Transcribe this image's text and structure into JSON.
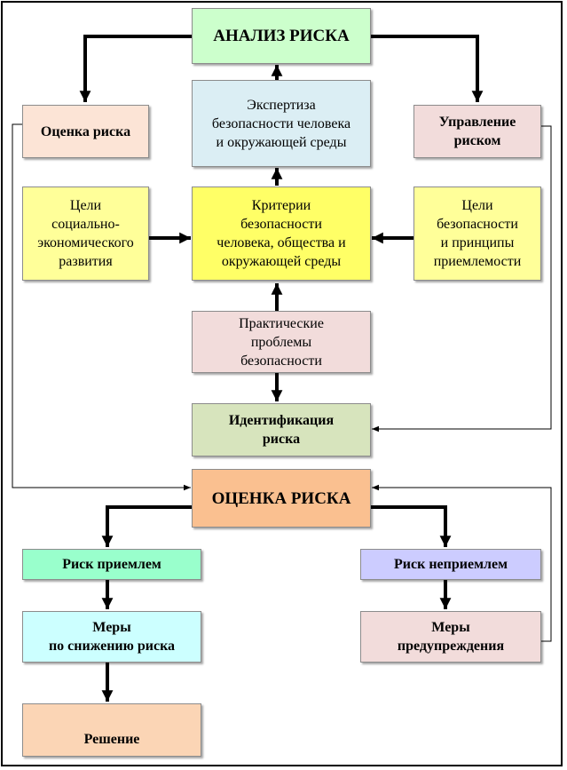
{
  "diagram": {
    "colors": {
      "green": "#ccffcc",
      "peach": "#fce4d6",
      "pink": "#f2dcdb",
      "lightblue": "#dbeef4",
      "yellow": "#ffff99",
      "brightyellow": "#ffff66",
      "olive": "#d7e4bd",
      "orange": "#fac090",
      "mint": "#99ffcc",
      "cyan": "#ccffff",
      "lavender": "#ccccff",
      "salmon": "#fbd5b5"
    },
    "nodes": {
      "analysis": "АНАЛИЗ РИСКА",
      "risk_assessment_top": "Оценка риска",
      "risk_management": "Управление\nриском",
      "expertise": "Экспертиза\nбезопасности человека\nи окружающей среды",
      "goals_socio": "Цели\nсоциально-\nэкономического\nразвития",
      "criteria": "Критерии\nбезопасности\nчеловека, общества и\nокружающей среды",
      "goals_safety": "Цели\nбезопасности\nи принципы\nприемлемости",
      "practical": "Практические\nпроблемы\nбезопасности",
      "identification": "Идентификация\nриска",
      "assessment_main": "ОЦЕНКА РИСКА",
      "acceptable": "Риск приемлем",
      "unacceptable": "Риск неприемлем",
      "reduction_measures": "Меры\nпо снижению риска",
      "prevention_measures": "Меры\nпредупреждения",
      "decision": "\nРешение"
    }
  }
}
